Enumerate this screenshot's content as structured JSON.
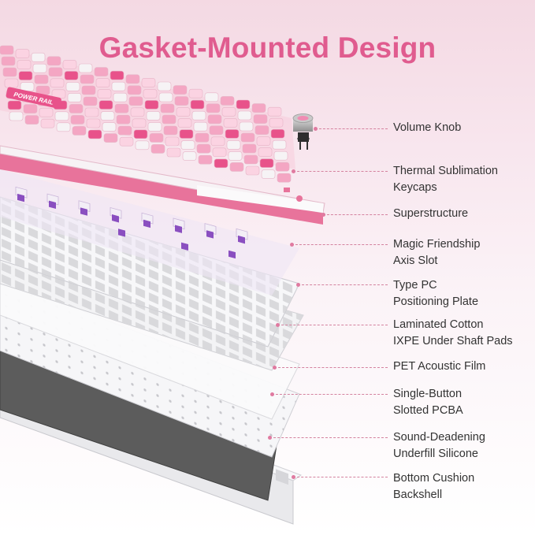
{
  "title": "Gasket-Mounted Design",
  "colors": {
    "accent": "#e05c8f",
    "label_text": "#333333",
    "leader_line": "#d4829f",
    "keycap_pink": "#f4a6c3",
    "keycap_white": "#f6f3f5",
    "switch_purple": "#8a4fc0",
    "frame_pink": "#e8739b",
    "plate_white": "#f2f2f2",
    "silicone_gray": "#5f5f5f"
  },
  "layers": [
    {
      "id": "volume-knob",
      "lines": [
        "Volume Knob"
      ]
    },
    {
      "id": "thermal-sublimation-keycaps",
      "lines": [
        "Thermal Sublimation",
        "Keycaps"
      ]
    },
    {
      "id": "superstructure",
      "lines": [
        "Superstructure"
      ]
    },
    {
      "id": "magic-friendship-axis-slot",
      "lines": [
        "Magic Friendship",
        "Axis Slot"
      ]
    },
    {
      "id": "type-pc-positioning-plate",
      "lines": [
        "Type PC",
        "Positioning Plate"
      ]
    },
    {
      "id": "laminated-cotton-ixpe",
      "lines": [
        "Laminated Cotton",
        "IXPE Under Shaft Pads"
      ]
    },
    {
      "id": "pet-acoustic-film",
      "lines": [
        "PET Acoustic Film"
      ]
    },
    {
      "id": "single-button-slotted-pcba",
      "lines": [
        "Single-Button",
        "Slotted PCBA"
      ]
    },
    {
      "id": "sound-deadening-silicone",
      "lines": [
        "Sound-Deadening",
        "Underfill Silicone"
      ]
    },
    {
      "id": "bottom-cushion-backshell",
      "lines": [
        "Bottom Cushion",
        "Backshell"
      ]
    }
  ],
  "keycap_print": "POWER RAIL"
}
